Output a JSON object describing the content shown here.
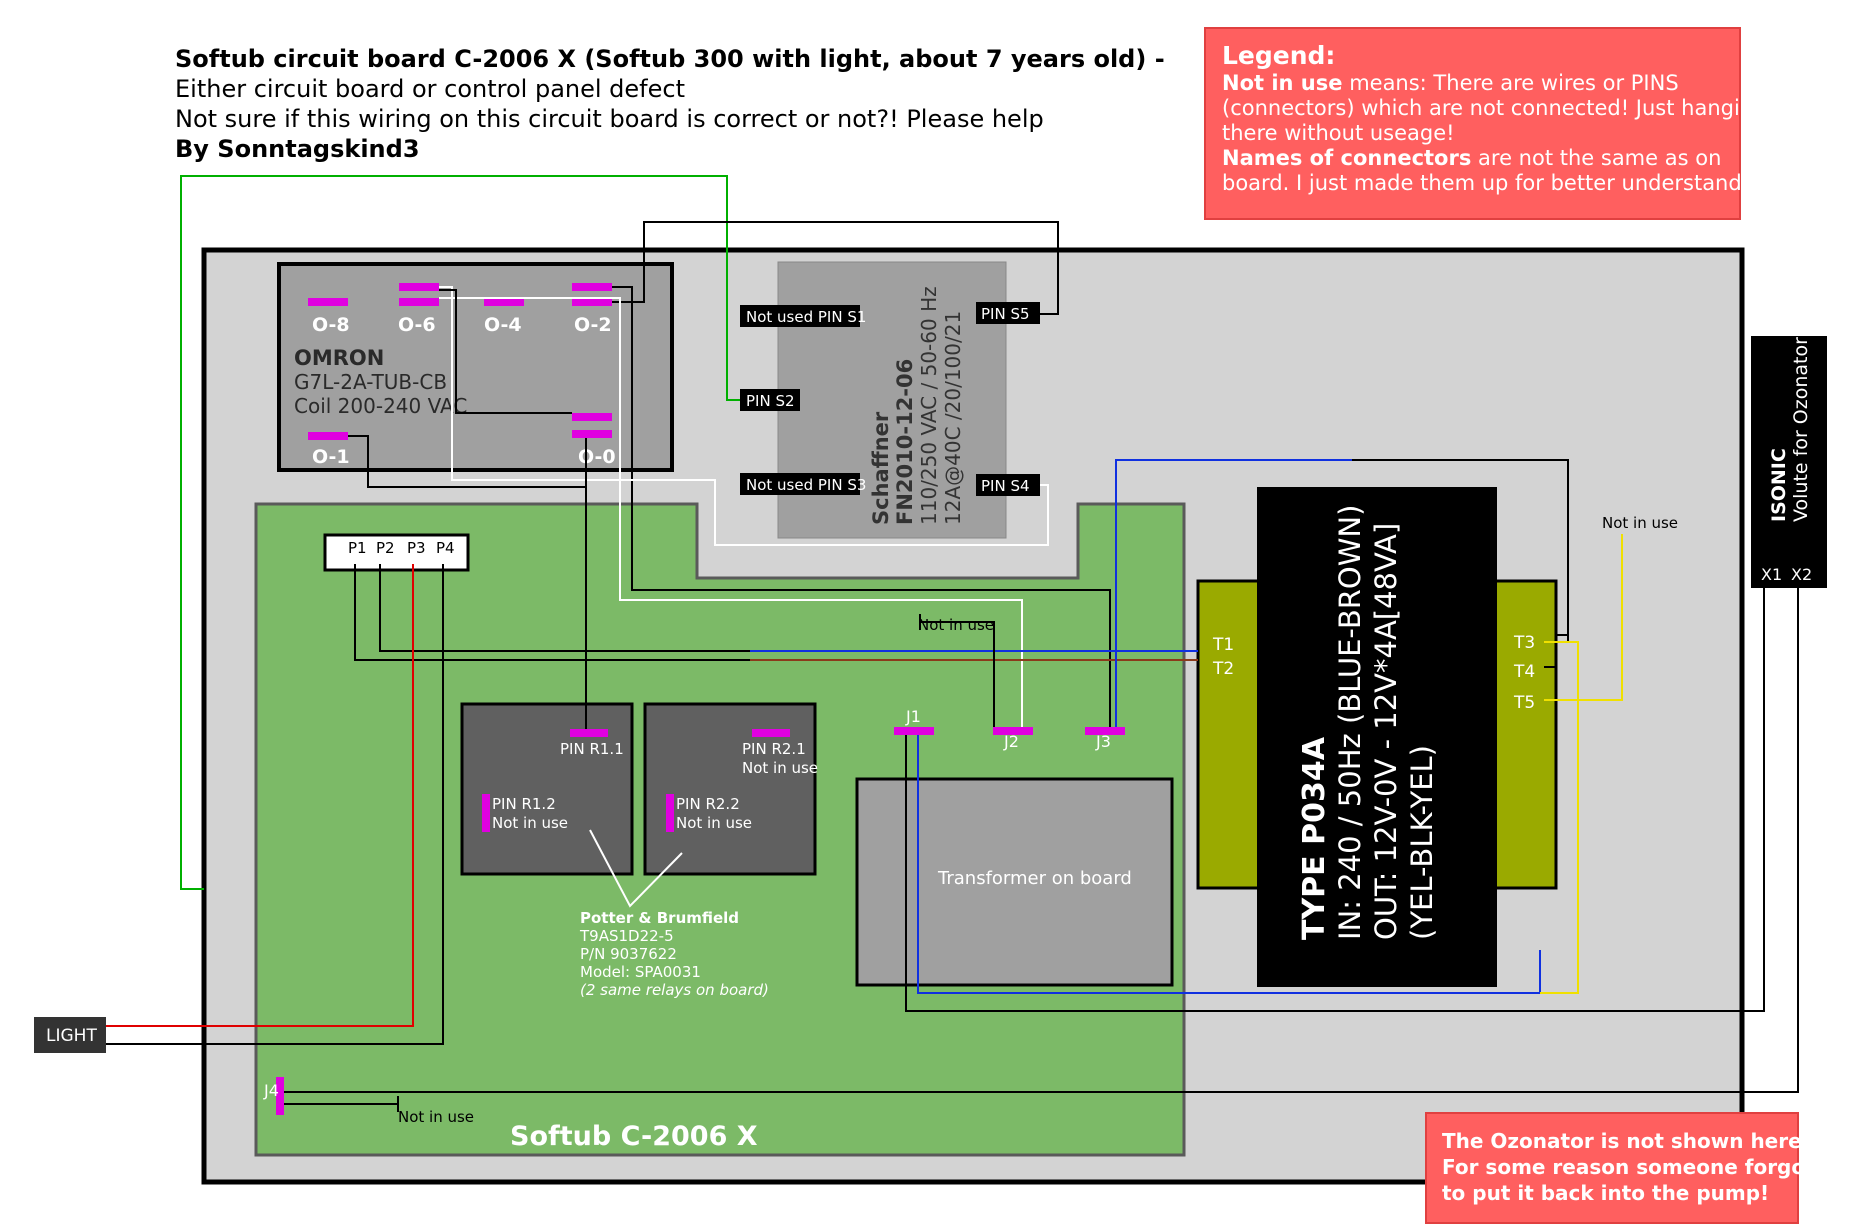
{
  "header": {
    "title": "Softub circuit board C-2006 X (Softub 300 with light, about 7 years old) -",
    "line1": "Either circuit board or control panel defect",
    "line2": "Not sure if this wiring on this circuit board is correct or not?! Please help",
    "author": "By Sonntagskind3"
  },
  "legend": {
    "title": "Legend:",
    "not_in_use_term": "Not in use",
    "not_in_use_line1": " means: There are wires or PINS",
    "not_in_use_line2": "(connectors) which are not connected! Just hangin in",
    "not_in_use_line3": "there without useage!",
    "names_term": "Names of connectors",
    "names_line1": " are not the same as on",
    "names_line2": "board. I just made them up for better understanding!"
  },
  "omron": {
    "brand": "OMRON",
    "model": "G7L-2A-TUB-CB",
    "coil": "Coil 200-240 VAC",
    "pins": [
      "O-8",
      "O-6",
      "O-4",
      "O-2",
      "O-1",
      "O-0"
    ]
  },
  "schaffner": {
    "brand": "Schaffner",
    "model": "FN2010-12-06",
    "voltage": "110/250 VAC / 50-60 Hz",
    "rating": "12A@40C /20/100/21",
    "pin_s1": "Not used PIN S1",
    "pin_s2": "PIN S2",
    "pin_s3": "Not used PIN S3",
    "pin_s4": "PIN S4",
    "pin_s5": "PIN S5"
  },
  "connector_p": {
    "pins": [
      "P1",
      "P2",
      "P3",
      "P4"
    ]
  },
  "relay1": {
    "pin_1": "PIN R1.1",
    "pin_2": "PIN R1.2",
    "pin_2_note": "Not in use"
  },
  "relay2": {
    "pin_1": "PIN R2.1",
    "pin_1_note": "Not in use",
    "pin_2": "PIN R2.2",
    "pin_2_note": "Not in use"
  },
  "potter": {
    "brand": "Potter & Brumfield",
    "part": "T9AS1D22-5",
    "pn": "P/N 9037622",
    "model": "Model: SPA0031",
    "note": "(2 same relays on board)"
  },
  "j_pins": {
    "j1": "J1",
    "j2": "J2",
    "j3": "J3",
    "j4": "J4"
  },
  "not_in_use_label": "Not in use",
  "transformer_on_board": "Transformer on board",
  "transformer": {
    "type": "TYPE P034A",
    "input": "IN: 240 / 50Hz (BLUE-BROWN)",
    "output": "OUT: 12V-0V - 12V*4A[48VA]",
    "colors": "(YEL-BLK-YEL)",
    "t_pins": [
      "T1",
      "T2",
      "T3",
      "T4",
      "T5"
    ]
  },
  "isonic": {
    "brand": "ISONIC",
    "desc": "Volute for Ozonator",
    "x1": "X1",
    "x2": "X2"
  },
  "light_label": "LIGHT",
  "board_name": "Softub C-2006 X",
  "ozonator_note": {
    "line1": "The Ozonator is not shown here!",
    "line2": "For some reason someone forgot",
    "line3": "to put it back into the pump!"
  },
  "colors": {
    "legend_red": "#ff5f5f",
    "board_green": "#7cba67",
    "olive": "#9aaa00",
    "magenta": "#e000e0",
    "wire_red": "#e00000",
    "wire_blue": "#1030e0",
    "wire_yellow": "#f0e000",
    "wire_green": "#00b000",
    "wire_brown": "#8b3a1a"
  }
}
